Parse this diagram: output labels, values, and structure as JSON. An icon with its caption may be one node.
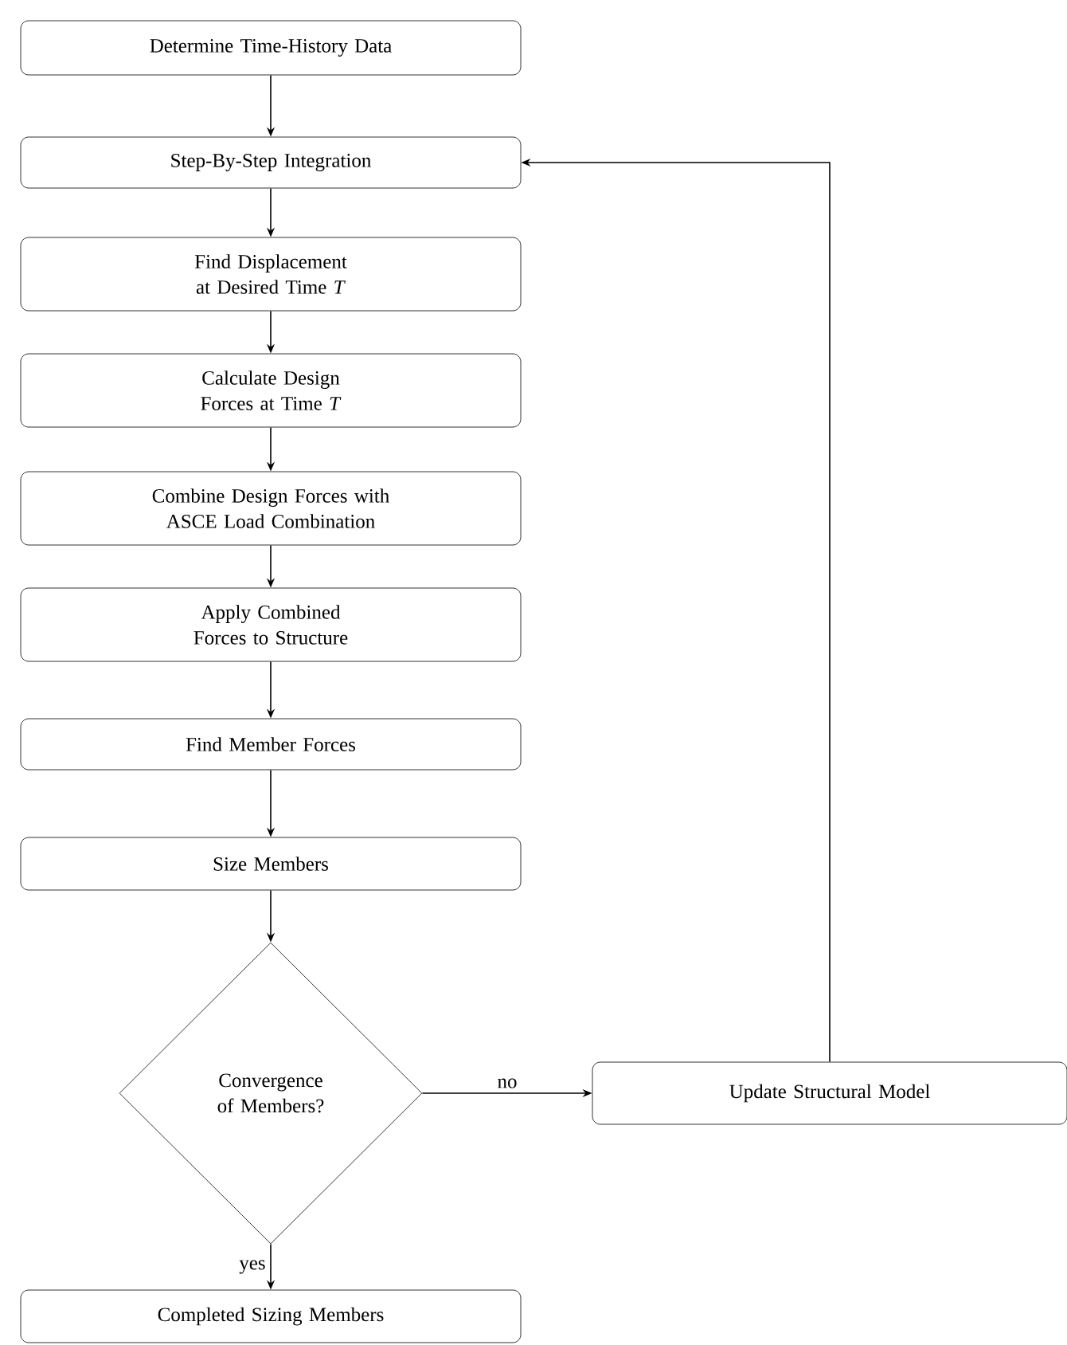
{
  "diagram": {
    "nodes": [
      {
        "text": [
          "Determine Time-History Data"
        ]
      },
      {
        "text": [
          "Step-By-Step Integration"
        ]
      },
      {
        "text": [
          "Find Displacement at Desired Time *T*"
        ]
      },
      {
        "text": [
          "Calculate Design Forces at Time *T*"
        ]
      },
      {
        "text": [
          "Combine Design Forces with ASCE Load Combination"
        ]
      },
      {
        "text": [
          "Apply Combined Forces to Structure"
        ]
      },
      {
        "text": [
          "Find Member Forces"
        ]
      },
      {
        "text": [
          "Size Members"
        ]
      },
      {
        "text": [
          "Convergence of Members?"
        ]
      },
      {
        "text": [
          "Update Structural Model"
        ]
      },
      {
        "text": [
          "Completed Sizing Members"
        ]
      }
    ],
    "edges": [
      {
        "from": 0,
        "to": 1,
        "arrow": "to"
      },
      {
        "from": 1,
        "to": 2,
        "arrow": "to"
      },
      {
        "from": 2,
        "to": 3,
        "arrow": "to"
      },
      {
        "from": 3,
        "to": 4,
        "arrow": "to"
      },
      {
        "from": 4,
        "to": 5,
        "arrow": "to"
      },
      {
        "from": 5,
        "to": 6,
        "arrow": "to"
      },
      {
        "from": 6,
        "to": 7,
        "arrow": "to"
      },
      {
        "from": 7,
        "to": 8,
        "arrow": "to"
      },
      {
        "from": 8,
        "to": 9,
        "arrow": "to",
        "label": "no"
      },
      {
        "from": 8,
        "to": 10,
        "arrow": "to",
        "label": "yes"
      },
      {
        "from": 9,
        "to": 1,
        "arrow": "to"
      }
    ]
  }
}
